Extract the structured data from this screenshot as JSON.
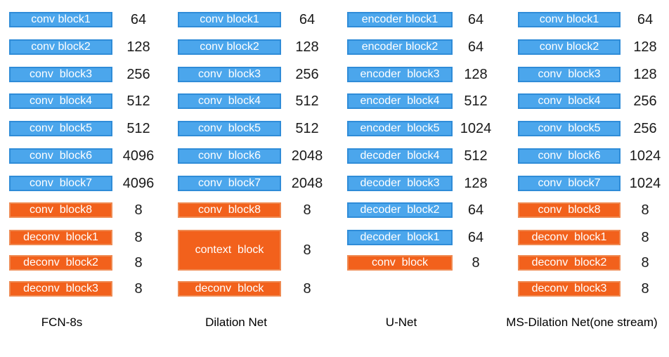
{
  "diagram": {
    "colors": {
      "block_blue_fill": "#4BA6EC",
      "block_blue_border": "#2F8CD8",
      "block_orange_fill": "#F2611C",
      "block_orange_border": "#EF8A52",
      "block_text": "#FFFFFF",
      "number_text": "#1A1A1A",
      "background": "#FFFFFF"
    },
    "columns": [
      {
        "name": "FCN-8s",
        "blocks": [
          {
            "label": "conv block1",
            "value": "64",
            "color": "blue"
          },
          {
            "label": "conv block2",
            "value": "128",
            "color": "blue"
          },
          {
            "label": "conv  block3",
            "value": "256",
            "color": "blue"
          },
          {
            "label": "conv  block4",
            "value": "512",
            "color": "blue"
          },
          {
            "label": "conv  block5",
            "value": "512",
            "color": "blue"
          },
          {
            "label": "conv  block6",
            "value": "4096",
            "color": "blue"
          },
          {
            "label": "conv  block7",
            "value": "4096",
            "color": "blue"
          },
          {
            "label": "conv  block8",
            "value": "8",
            "color": "orange"
          },
          {
            "label": "deconv  block1",
            "value": "8",
            "color": "orange"
          },
          {
            "label": "deconv  block2",
            "value": "8",
            "color": "orange"
          },
          {
            "label": "deconv  block3",
            "value": "8",
            "color": "orange"
          }
        ]
      },
      {
        "name": "Dilation Net",
        "blocks": [
          {
            "label": "conv block1",
            "value": "64",
            "color": "blue"
          },
          {
            "label": "conv block2",
            "value": "128",
            "color": "blue"
          },
          {
            "label": "conv  block3",
            "value": "256",
            "color": "blue"
          },
          {
            "label": "conv  block4",
            "value": "512",
            "color": "blue"
          },
          {
            "label": "conv  block5",
            "value": "512",
            "color": "blue"
          },
          {
            "label": "conv  block6",
            "value": "2048",
            "color": "blue"
          },
          {
            "label": "conv  block7",
            "value": "2048",
            "color": "blue"
          },
          {
            "label": "conv  block8",
            "value": "8",
            "color": "orange"
          },
          {
            "label": "context  block",
            "value": "8",
            "color": "orange",
            "span": 2
          },
          {
            "label": "deconv  block",
            "value": "8",
            "color": "orange"
          }
        ]
      },
      {
        "name": "U-Net",
        "blocks": [
          {
            "label": "encoder block1",
            "value": "64",
            "color": "blue"
          },
          {
            "label": "encoder block2",
            "value": "64",
            "color": "blue"
          },
          {
            "label": "encoder  block3",
            "value": "128",
            "color": "blue"
          },
          {
            "label": "encoder  block4",
            "value": "512",
            "color": "blue"
          },
          {
            "label": "encoder  block5",
            "value": "1024",
            "color": "blue"
          },
          {
            "label": "decoder  block4",
            "value": "512",
            "color": "blue"
          },
          {
            "label": "decoder  block3",
            "value": "128",
            "color": "blue"
          },
          {
            "label": "decoder  block2",
            "value": "64",
            "color": "blue"
          },
          {
            "label": "decoder  block1",
            "value": "64",
            "color": "blue"
          },
          {
            "label": "conv  block",
            "value": "8",
            "color": "orange"
          }
        ]
      },
      {
        "name": "MS-Dilation Net(one stream)",
        "blocks": [
          {
            "label": "conv block1",
            "value": "64",
            "color": "blue"
          },
          {
            "label": "conv block2",
            "value": "128",
            "color": "blue"
          },
          {
            "label": "conv  block3",
            "value": "128",
            "color": "blue"
          },
          {
            "label": "conv  block4",
            "value": "256",
            "color": "blue"
          },
          {
            "label": "conv  block5",
            "value": "256",
            "color": "blue"
          },
          {
            "label": "conv  block6",
            "value": "1024",
            "color": "blue"
          },
          {
            "label": "conv  block7",
            "value": "1024",
            "color": "blue"
          },
          {
            "label": "conv  block8",
            "value": "8",
            "color": "orange"
          },
          {
            "label": "deconv  block1",
            "value": "8",
            "color": "orange"
          },
          {
            "label": "deconv  block2",
            "value": "8",
            "color": "orange"
          },
          {
            "label": "deconv  block3",
            "value": "8",
            "color": "orange"
          }
        ]
      }
    ]
  }
}
